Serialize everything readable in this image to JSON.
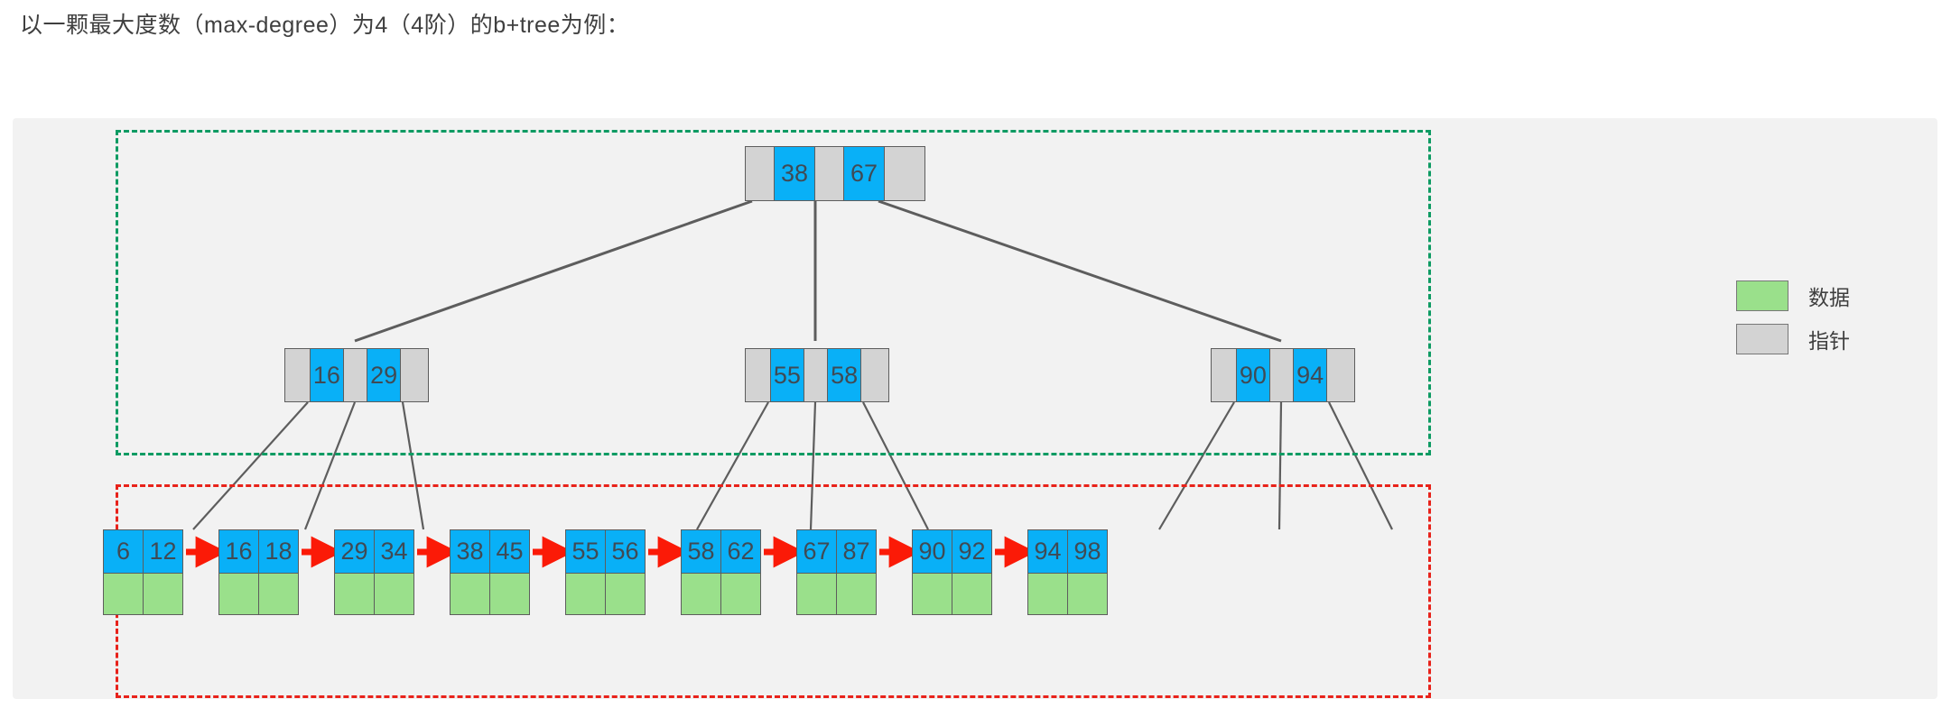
{
  "caption": "以一颗最大度数（max-degree）为4（4阶）的b+tree为例：",
  "colors": {
    "key_fill": "#09b0f7",
    "pointer_fill": "#d3d3d3",
    "data_fill": "#9ae08b",
    "index_region_border": "#0e9b63",
    "leaf_region_border": "#e8221a",
    "link_arrow": "#fb1a07",
    "tree_edge": "#5d5d5d",
    "figure_background": "#f2f2f2"
  },
  "legend": {
    "items": [
      {
        "swatch": "data-swatch",
        "label": "数据",
        "color": "#9ae08b"
      },
      {
        "swatch": "pointer-swatch",
        "label": "指针",
        "color": "#d3d3d3"
      }
    ]
  },
  "tree": {
    "root": {
      "cells": [
        "",
        "38",
        "",
        "67",
        ""
      ],
      "keys": [
        "38",
        "67"
      ]
    },
    "internal": [
      {
        "cells": [
          "",
          "16",
          "",
          "29",
          ""
        ],
        "keys": [
          "16",
          "29"
        ]
      },
      {
        "cells": [
          "",
          "55",
          "",
          "58",
          ""
        ],
        "keys": [
          "55",
          "58"
        ]
      },
      {
        "cells": [
          "",
          "90",
          "",
          "94",
          ""
        ],
        "keys": [
          "90",
          "94"
        ]
      }
    ],
    "leaves": [
      {
        "keys": [
          "6",
          "12"
        ]
      },
      {
        "keys": [
          "16",
          "18"
        ]
      },
      {
        "keys": [
          "29",
          "34"
        ]
      },
      {
        "keys": [
          "38",
          "45"
        ]
      },
      {
        "keys": [
          "55",
          "56"
        ]
      },
      {
        "keys": [
          "58",
          "62"
        ]
      },
      {
        "keys": [
          "67",
          "87"
        ]
      },
      {
        "keys": [
          "90",
          "92"
        ]
      },
      {
        "keys": [
          "94",
          "98"
        ]
      }
    ]
  }
}
